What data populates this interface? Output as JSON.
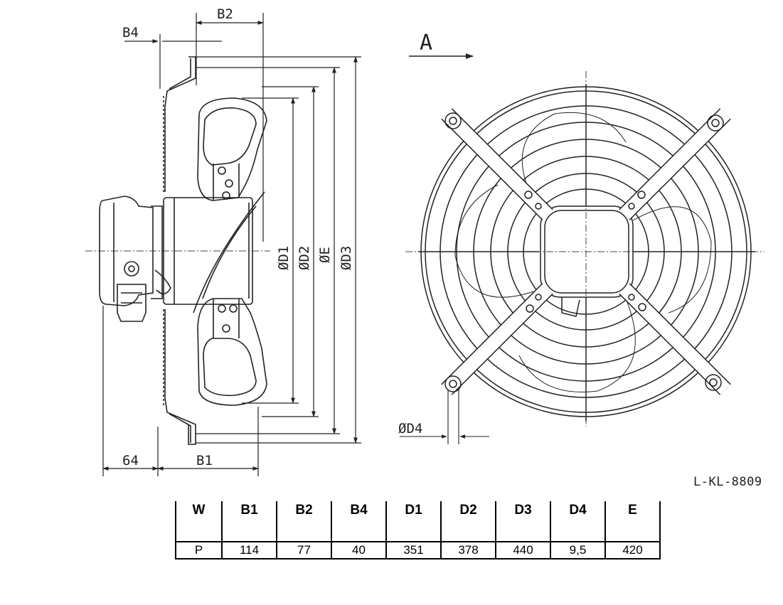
{
  "side_view": {
    "dim_labels": {
      "b2": "B2",
      "b4": "B4",
      "b1": "B1",
      "x64": "64",
      "d1": "ØD1",
      "d2": "ØD2",
      "e": "ØE",
      "d3": "ØD3"
    }
  },
  "front_view": {
    "view_label": "A",
    "dim_label_d4": "ØD4"
  },
  "reference_code": "L-KL-8809",
  "table": {
    "headers": [
      "W",
      "B1",
      "B2",
      "B4",
      "D1",
      "D2",
      "D3",
      "D4",
      "E"
    ],
    "row": [
      "P",
      "114",
      "77",
      "40",
      "351",
      "378",
      "440",
      "9,5",
      "420"
    ]
  },
  "colors": {
    "line": "#222222",
    "center_line": "#444444"
  }
}
